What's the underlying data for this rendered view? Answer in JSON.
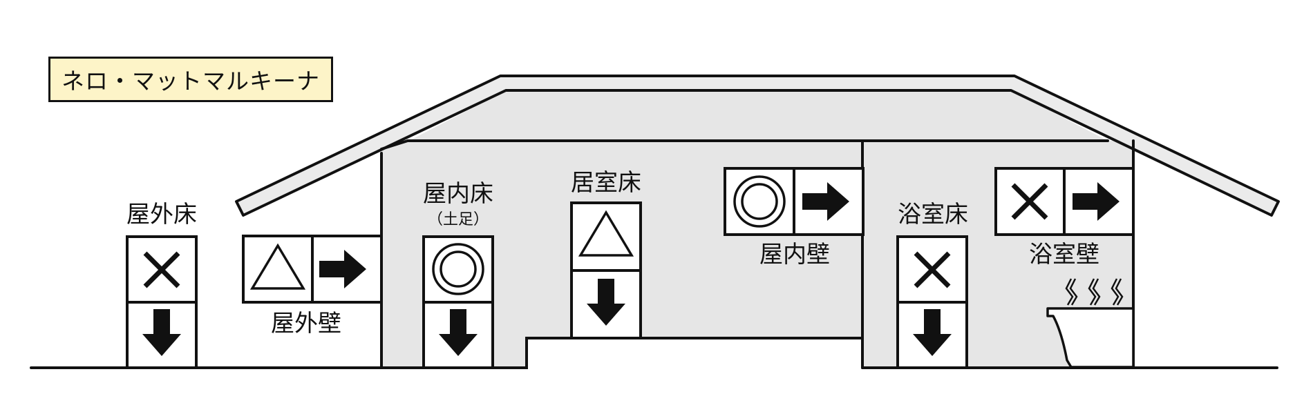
{
  "title": "ネロ・マットマルキーナ",
  "labels": {
    "outdoor_floor": "屋外床",
    "outdoor_wall": "屋外壁",
    "indoor_floor": "屋内床",
    "indoor_floor_note": "（土足）",
    "living_floor": "居室床",
    "indoor_wall": "屋内壁",
    "bath_floor": "浴室床",
    "bath_wall": "浴室壁"
  },
  "ratings": {
    "outdoor_floor": "×",
    "outdoor_wall": "△",
    "indoor_floor": "◎",
    "living_floor": "△",
    "indoor_wall": "◎",
    "bath_floor": "×",
    "bath_wall": "×"
  },
  "icons": {
    "arrow_down": "arrow-down-icon",
    "arrow_right": "arrow-right-icon",
    "steam": "steam-icon",
    "bathtub": "bathtub-icon"
  },
  "colors": {
    "title_bg": "#fdf4c8",
    "interior": "#e6e6e6",
    "line": "#111111"
  }
}
